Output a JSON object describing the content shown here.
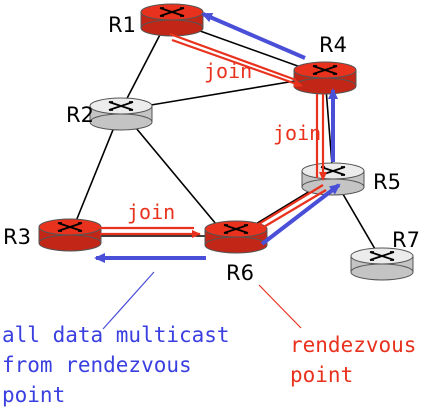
{
  "colors": {
    "multicast_router": "#e8321e",
    "plain_router": "#e8e8e8",
    "join_arrow": "#e8321e",
    "data_arrow": "#4a4fd8",
    "link": "#000000",
    "join_text": "#e8321e",
    "data_caption_text": "#3a3fe0",
    "rv_caption_text": "#e8321e"
  },
  "routers": [
    {
      "id": "R1",
      "label": "R1",
      "type": "multicast"
    },
    {
      "id": "R2",
      "label": "R2",
      "type": "plain"
    },
    {
      "id": "R3",
      "label": "R3",
      "type": "multicast"
    },
    {
      "id": "R4",
      "label": "R4",
      "type": "multicast"
    },
    {
      "id": "R5",
      "label": "R5",
      "type": "plain"
    },
    {
      "id": "R6",
      "label": "R6",
      "type": "multicast"
    },
    {
      "id": "R7",
      "label": "R7",
      "type": "plain"
    }
  ],
  "links": [
    [
      "R1",
      "R2"
    ],
    [
      "R2",
      "R4"
    ],
    [
      "R2",
      "R3"
    ],
    [
      "R2",
      "R6"
    ],
    [
      "R1",
      "R4"
    ],
    [
      "R4",
      "R5"
    ],
    [
      "R5",
      "R6"
    ],
    [
      "R5",
      "R7"
    ],
    [
      "R3",
      "R6"
    ]
  ],
  "join_labels": [
    "join",
    "join",
    "join"
  ],
  "captions": {
    "data": [
      "all data multicast",
      "from rendezvous",
      "point"
    ],
    "rendezvous": [
      "rendezvous",
      "point"
    ]
  }
}
